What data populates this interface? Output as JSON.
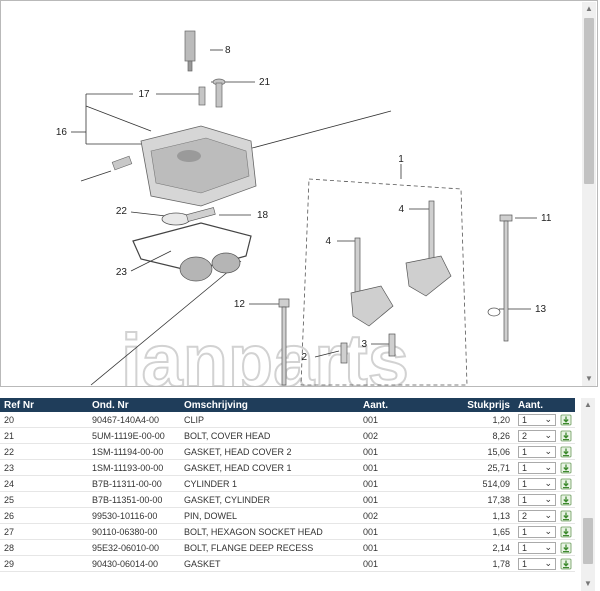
{
  "diagram": {
    "watermark": "janparts",
    "callouts": [
      "1",
      "2",
      "3",
      "4",
      "4",
      "8",
      "11",
      "12",
      "13",
      "16",
      "17",
      "18",
      "21",
      "22",
      "23"
    ]
  },
  "table": {
    "headers": [
      "Ref Nr",
      "Ond. Nr",
      "Omschrijving",
      "Aant.",
      "Stukprijs",
      "Aant."
    ],
    "rows": [
      {
        "ref": "20",
        "part": "90467-140A4-00",
        "desc": "CLIP",
        "qty": "001",
        "price": "1,20",
        "sel": "1"
      },
      {
        "ref": "21",
        "part": "5UM-1119E-00-00",
        "desc": "BOLT, COVER HEAD",
        "qty": "002",
        "price": "8,26",
        "sel": "2"
      },
      {
        "ref": "22",
        "part": "1SM-11194-00-00",
        "desc": "GASKET, HEAD COVER 2",
        "qty": "001",
        "price": "15,06",
        "sel": "1"
      },
      {
        "ref": "23",
        "part": "1SM-11193-00-00",
        "desc": "GASKET, HEAD COVER 1",
        "qty": "001",
        "price": "25,71",
        "sel": "1"
      },
      {
        "ref": "24",
        "part": "B7B-11311-00-00",
        "desc": "CYLINDER 1",
        "qty": "001",
        "price": "514,09",
        "sel": "1"
      },
      {
        "ref": "25",
        "part": "B7B-11351-00-00",
        "desc": "GASKET, CYLINDER",
        "qty": "001",
        "price": "17,38",
        "sel": "1"
      },
      {
        "ref": "26",
        "part": "99530-10116-00",
        "desc": "PIN, DOWEL",
        "qty": "002",
        "price": "1,13",
        "sel": "2"
      },
      {
        "ref": "27",
        "part": "90110-06380-00",
        "desc": "BOLT, HEXAGON SOCKET HEAD",
        "qty": "001",
        "price": "1,65",
        "sel": "1"
      },
      {
        "ref": "28",
        "part": "95E32-06010-00",
        "desc": "BOLT, FLANGE DEEP RECESS",
        "qty": "001",
        "price": "2,14",
        "sel": "1"
      },
      {
        "ref": "29",
        "part": "90430-06014-00",
        "desc": "GASKET",
        "qty": "001",
        "price": "1,78",
        "sel": "1"
      }
    ]
  }
}
